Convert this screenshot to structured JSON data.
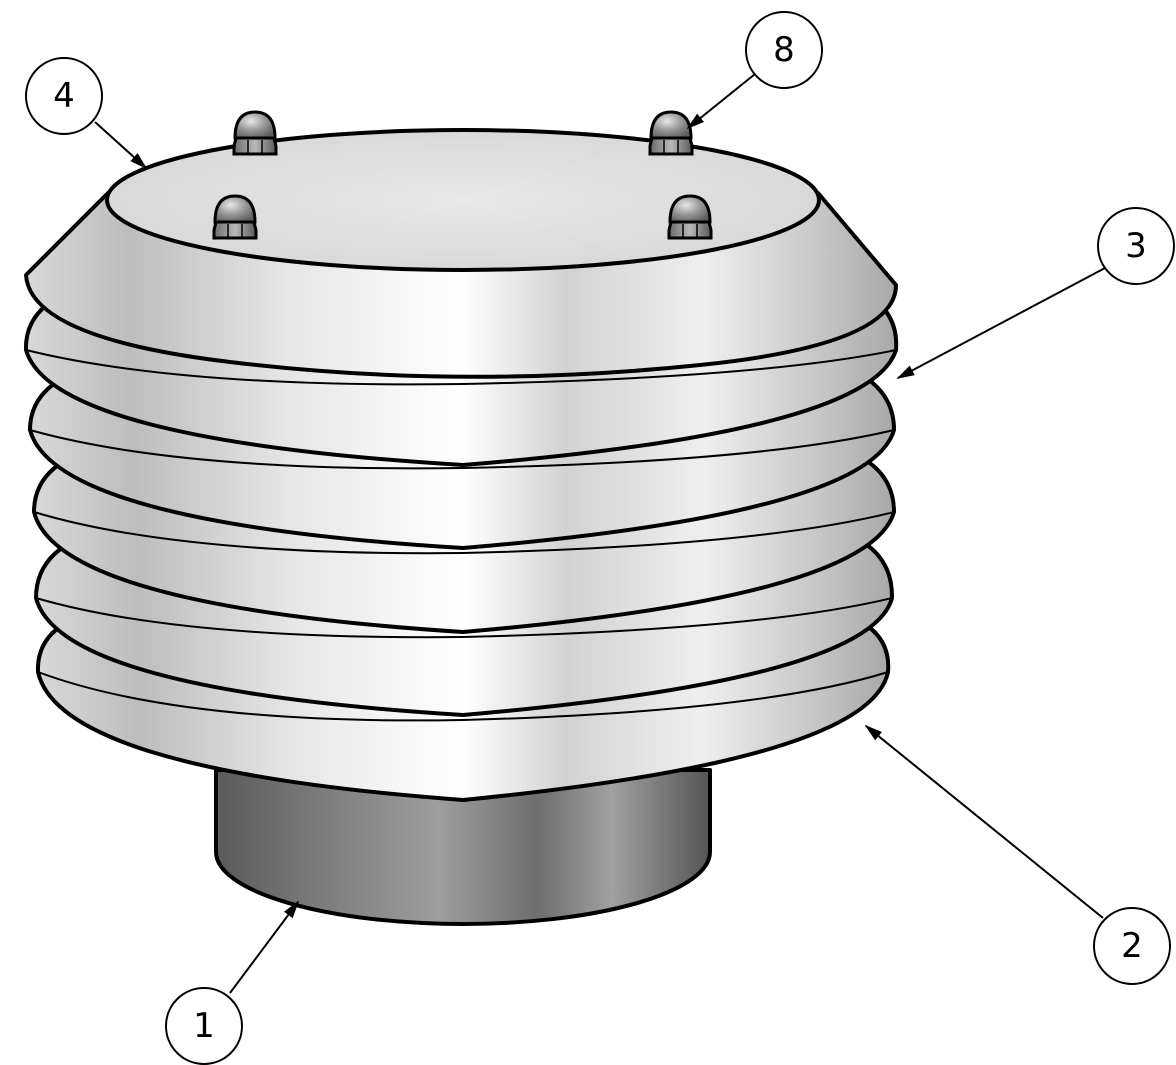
{
  "callouts": [
    {
      "id": "callout-1",
      "label": "1",
      "part": "base-tube"
    },
    {
      "id": "callout-2",
      "label": "2",
      "part": "bottom-louver-plate"
    },
    {
      "id": "callout-3",
      "label": "3",
      "part": "louver-plate"
    },
    {
      "id": "callout-4",
      "label": "4",
      "part": "top-cap"
    },
    {
      "id": "callout-8",
      "label": "8",
      "part": "acorn-nut"
    }
  ],
  "colors": {
    "louver_light": "#f4f4f4",
    "louver_mid": "#cfcfcf",
    "louver_dark": "#9c9c9c",
    "cap_top": "#dedede",
    "tube_dark": "#555555",
    "tube_light": "#9a9a9a",
    "outline": "#000000"
  },
  "icons": [
    "acorn-nut-icon"
  ]
}
